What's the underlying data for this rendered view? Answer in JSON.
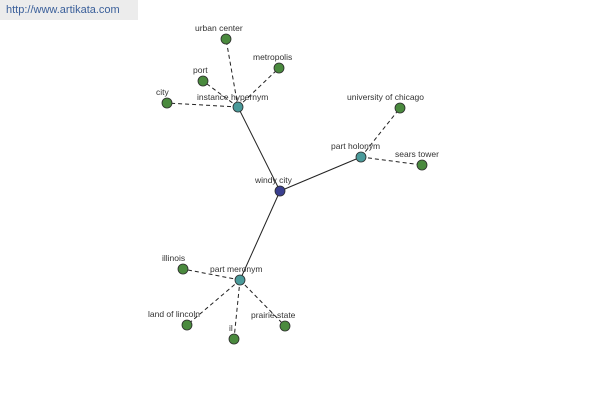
{
  "watermark": {
    "text": "http://www.artikata.com"
  },
  "colors": {
    "center": "#3a3f8f",
    "relation": "#4a9a9a",
    "leaf": "#4a8a3e"
  },
  "graph": {
    "center": {
      "label": "windy city"
    },
    "relations": [
      {
        "label": "instance hypernym",
        "leaves": [
          "urban center",
          "metropolis",
          "port",
          "city"
        ]
      },
      {
        "label": "part holonym",
        "leaves": [
          "university of chicago",
          "sears tower"
        ]
      },
      {
        "label": "part meronym",
        "leaves": [
          "illinois",
          "land of lincoln",
          "il",
          "prairie state"
        ]
      }
    ]
  }
}
